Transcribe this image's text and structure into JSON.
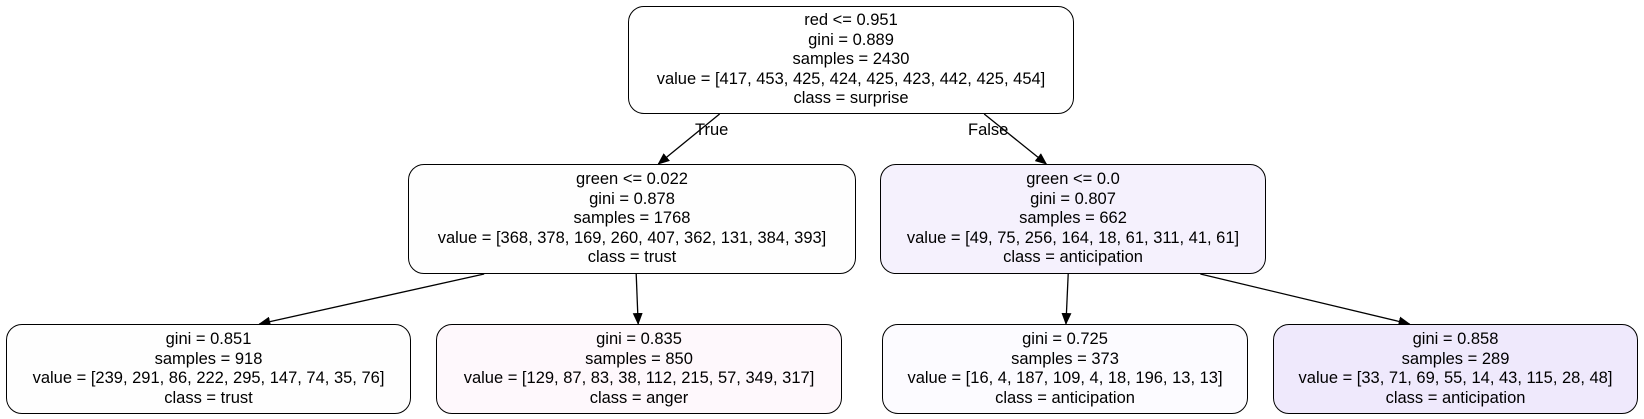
{
  "tree": {
    "nodes": [
      {
        "id": "root",
        "lines": [
          "red <= 0.951",
          "gini = 0.889",
          "samples = 2430",
          "value = [417, 453, 425, 424, 425, 423, 442, 425, 454]",
          "class = surprise"
        ],
        "fill": "#ffffff"
      },
      {
        "id": "left",
        "lines": [
          "green <= 0.022",
          "gini = 0.878",
          "samples = 1768",
          "value = [368, 378, 169, 260, 407, 362, 131, 384, 393]",
          "class = trust"
        ],
        "fill": "#fefefe"
      },
      {
        "id": "right",
        "lines": [
          "green <= 0.0",
          "gini = 0.807",
          "samples = 662",
          "value = [49, 75, 256, 164, 18, 61, 311, 41, 61]",
          "class = anticipation"
        ],
        "fill": "#f5f1fd"
      },
      {
        "id": "left-left",
        "lines": [
          "gini = 0.851",
          "samples = 918",
          "value = [239, 291, 86, 222, 295, 147, 74, 35, 76]",
          "class = trust"
        ],
        "fill": "#fefefe"
      },
      {
        "id": "left-right",
        "lines": [
          "gini = 0.835",
          "samples = 850",
          "value = [129, 87, 83, 38, 112, 215, 57, 349, 317]",
          "class = anger"
        ],
        "fill": "#fef8fc"
      },
      {
        "id": "right-left",
        "lines": [
          "gini = 0.725",
          "samples = 373",
          "value = [16, 4, 187, 109, 4, 18, 196, 13, 13]",
          "class = anticipation"
        ],
        "fill": "#fcfbff"
      },
      {
        "id": "right-right",
        "lines": [
          "gini = 0.858",
          "samples = 289",
          "value = [33, 71, 69, 55, 14, 43, 115, 28, 48]",
          "class = anticipation"
        ],
        "fill": "#efe9fc"
      }
    ],
    "edges": [
      {
        "from": "root",
        "to": "left",
        "label": "True"
      },
      {
        "from": "root",
        "to": "right",
        "label": "False"
      },
      {
        "from": "left",
        "to": "left-left",
        "label": ""
      },
      {
        "from": "left",
        "to": "left-right",
        "label": ""
      },
      {
        "from": "right",
        "to": "right-left",
        "label": ""
      },
      {
        "from": "right",
        "to": "right-right",
        "label": ""
      }
    ]
  }
}
